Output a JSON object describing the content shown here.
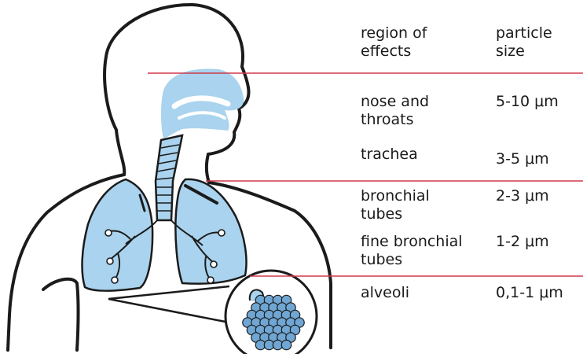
{
  "headers": {
    "region": "region of\neffects",
    "size": "particle\nsize"
  },
  "rows": [
    {
      "region": "nose and\nthroats",
      "size": "5-10 μm"
    },
    {
      "region": "trachea",
      "size": "3-5 μm"
    },
    {
      "region": "bronchial\ntubes",
      "size": "2-3 μm"
    },
    {
      "region": "fine bronchial\ntubes",
      "size": "1-2 μm"
    },
    {
      "region": "alveoli",
      "size": "0,1-1 μm"
    }
  ],
  "colors": {
    "airway_fill": "#a9d3ee",
    "outline": "#1b1b1b",
    "divider": "#d0394a",
    "alveoli": "#6fa6d3"
  }
}
